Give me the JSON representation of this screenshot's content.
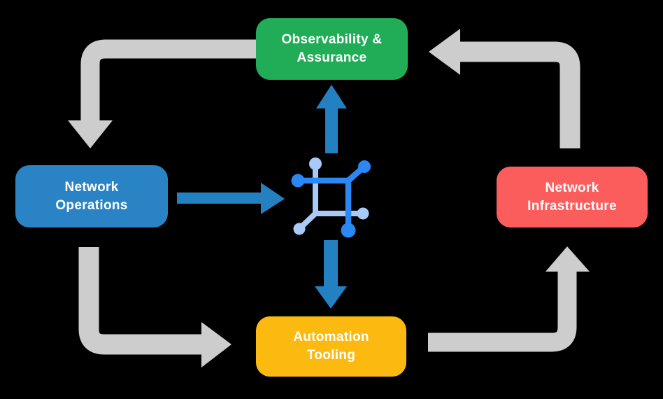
{
  "diagram": {
    "nodes": [
      {
        "id": "observability-assurance",
        "label": "Observability &\nAssurance",
        "color": "#21AD57"
      },
      {
        "id": "network-operations",
        "label": "Network\nOperations",
        "color": "#2A83C4"
      },
      {
        "id": "network-infrastructure",
        "label": "Network\nInfrastructure",
        "color": "#FB5D5D"
      },
      {
        "id": "automation-tooling",
        "label": "Automation\nTooling",
        "color": "#FCB90F"
      }
    ],
    "center_icon": "network-mesh-icon",
    "cycle_arrows": [
      {
        "from": "observability-assurance",
        "to": "network-operations"
      },
      {
        "from": "network-operations",
        "to": "automation-tooling"
      },
      {
        "from": "automation-tooling",
        "to": "network-infrastructure"
      },
      {
        "from": "network-infrastructure",
        "to": "observability-assurance"
      }
    ],
    "flow_arrows": [
      {
        "from": "network-operations",
        "to": "center-icon"
      },
      {
        "from": "center-icon",
        "to": "observability-assurance"
      },
      {
        "from": "center-icon",
        "to": "automation-tooling"
      }
    ],
    "colors": {
      "background": "#000000",
      "cycle_arrow": "#CDCDCD",
      "flow_arrow": "#2380C1",
      "icon_dark": "#2B87F3",
      "icon_light": "#A9C9F7",
      "label_text": "#FFFFFF"
    }
  }
}
